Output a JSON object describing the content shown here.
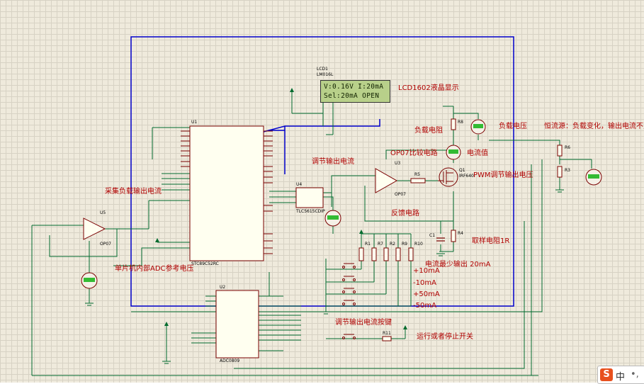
{
  "schematic": {
    "components": {
      "lcd_ref": "LCD1",
      "lcd_model": "LM016L",
      "mcu_ref": "U1",
      "mcu_model": "STC89C52RC",
      "adc_ref": "U2",
      "adc_model": "ADC0809",
      "u3_ref": "U3",
      "u3_model": "OP07",
      "u4_ref": "U4",
      "u4_model": "TLC5615CDIP",
      "u5_ref": "U5",
      "u5_model": "OP07",
      "q1_ref": "Q1",
      "q1_model": "IRF640",
      "r1": "R1",
      "r2": "R2",
      "r3": "R3",
      "r4": "R4",
      "r5": "R5",
      "r6": "R6",
      "r7": "R7",
      "r8": "R8",
      "r9": "R9",
      "r10": "R10",
      "r11": "R11",
      "c1": "C1"
    },
    "lcd": {
      "line1": "V:0.16V I:20mA",
      "line2": "Sel:20mA   OPEN"
    },
    "annotations": {
      "lcd_display": "LCD1602液晶显示",
      "load_resistor": "负载电阻",
      "load_voltage": "负载电压",
      "constant_current": "恒流源：负载变化，输出电流不变",
      "op07_compare": "OP07比较电路",
      "current_value": "电流值",
      "adjust_output_current": "调节输出电流",
      "pwm_adjust": "PWM调节输出电压",
      "sample_load_current": "采集负载输出电流",
      "feedback": "反馈电路",
      "sample_resistor": "取样电阻1R",
      "mcu_adc_ref": "单片机内部ADC参考电压",
      "min_output_current": "电流最少输出 20mA",
      "plus10": "+10mA",
      "minus10": "-10mA",
      "plus50": "+50mA",
      "minus50": "-50mA",
      "adjust_buttons": "调节输出电流按键",
      "run_stop_switch": "运行或者停止开关"
    },
    "ime": {
      "logo": "S",
      "char": "中",
      "punct": "•,"
    },
    "colors": {
      "wire": "#006b2e",
      "net": "#0000cc",
      "label": "#b00000",
      "part_fill": "#fffff0"
    }
  }
}
